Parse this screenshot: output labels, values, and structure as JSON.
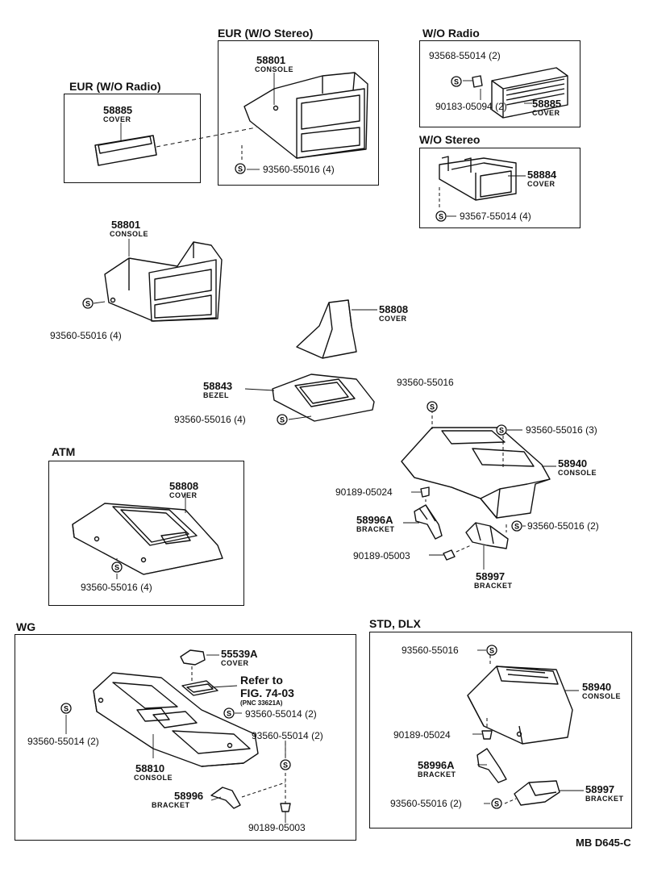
{
  "headers": {
    "eur_wo_radio": "EUR (W/O Radio)",
    "eur_wo_stereo": "EUR (W/O Stereo)",
    "wo_radio": "W/O Radio",
    "wo_stereo": "W/O Stereo",
    "atm": "ATM",
    "wg": "WG",
    "std_dlx": "STD, DLX"
  },
  "parts": {
    "p1": {
      "num": "58885",
      "name": "COVER"
    },
    "p2": {
      "num": "58801",
      "name": "CONSOLE",
      "screw": "93560-55016 (4)"
    },
    "p3": {
      "num": "58885",
      "name": "COVER",
      "screw_a": "93568-55014 (2)",
      "screw_b": "90183-05094 (2)"
    },
    "p4": {
      "num": "58884",
      "name": "COVER",
      "screw": "93567-55014 (4)"
    },
    "p5": {
      "num": "58801",
      "name": "CONSOLE",
      "screw": "93560-55016 (4)"
    },
    "p6": {
      "num": "58808",
      "name": "COVER"
    },
    "p7": {
      "num": "58843",
      "name": "BEZEL",
      "screw": "93560-55016 (4)"
    },
    "p8": {
      "screw_top": "93560-55016",
      "screw_r": "93560-55016 (3)",
      "num": "58940",
      "name": "CONSOLE",
      "clip": "90189-05024",
      "br1_num": "58996A",
      "br1_name": "BRACKET",
      "screw_r2": "93560-55016 (2)",
      "clip2": "90189-05003",
      "br2_num": "58997",
      "br2_name": "BRACKET"
    },
    "p9": {
      "num": "58808",
      "name": "COVER",
      "screw": "93560-55016 (4)"
    },
    "p10": {
      "num": "55539A",
      "name": "COVER",
      "refer1": "Refer to",
      "refer2": "FIG. 74-03",
      "refer3": "(PNC 33621A)",
      "screw_a": "93560-55014 (2)",
      "screw_b": "93560-55014 (2)",
      "screw_l": "93560-55014 (2)",
      "num2": "58810",
      "name2": "CONSOLE",
      "num3": "58996",
      "name3": "BRACKET",
      "clip": "90189-05003"
    },
    "p11": {
      "screw_top": "93560-55016",
      "num": "58940",
      "name": "CONSOLE",
      "clip": "90189-05024",
      "br1_num": "58996A",
      "br1_name": "BRACKET",
      "screw_b": "93560-55016 (2)",
      "br2_num": "58997",
      "br2_name": "BRACKET"
    }
  },
  "ref_code": "MB D645-C"
}
